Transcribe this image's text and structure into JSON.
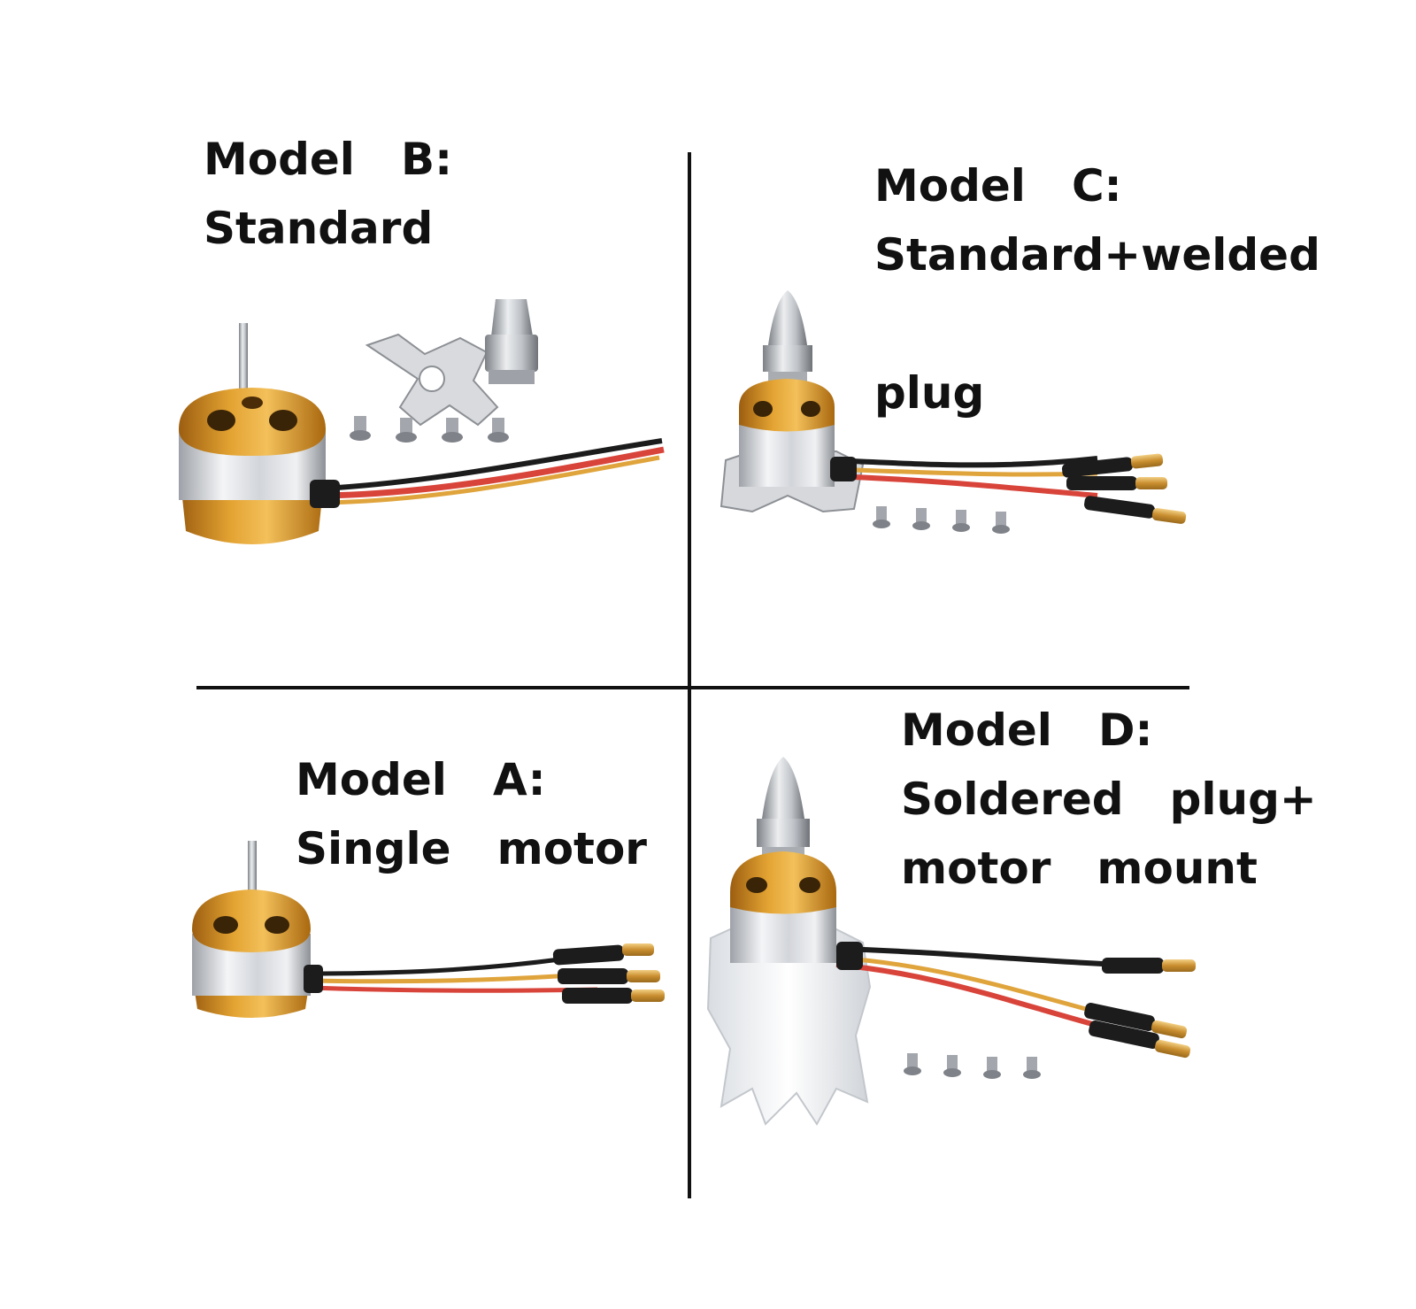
{
  "panels": {
    "model_b": {
      "line1_word1": "Model",
      "line1_word2": "B:",
      "line2": "Standard"
    },
    "model_c": {
      "line1_word1": "Model",
      "line1_word2": "C:",
      "line2": "Standard+welded",
      "line3": "plug"
    },
    "model_a": {
      "line1_word1": "Model",
      "line1_word2": "A:",
      "line2_word1": "Single",
      "line2_word2": "motor"
    },
    "model_d": {
      "line1_word1": "Model",
      "line1_word2": "D:",
      "line2_word1": "Soldered",
      "line2_word2": "plug+",
      "line3_word1": "motor",
      "line3_word2": "mount"
    }
  },
  "colors": {
    "motor_bell": "#d8901e",
    "motor_stator": "#d9dade",
    "wire_black": "#1c1c1c",
    "wire_red": "#d8443a",
    "wire_yellow": "#e0a43c",
    "connector_gold": "#d9a44a",
    "mount_plastic": "#eef0f2",
    "divider": "#111111"
  },
  "icons": [
    "brushless-motor-icon",
    "propeller-adapter-icon",
    "x-mount-icon",
    "screw-icon",
    "bullet-connector-icon",
    "plastic-mount-icon"
  ]
}
